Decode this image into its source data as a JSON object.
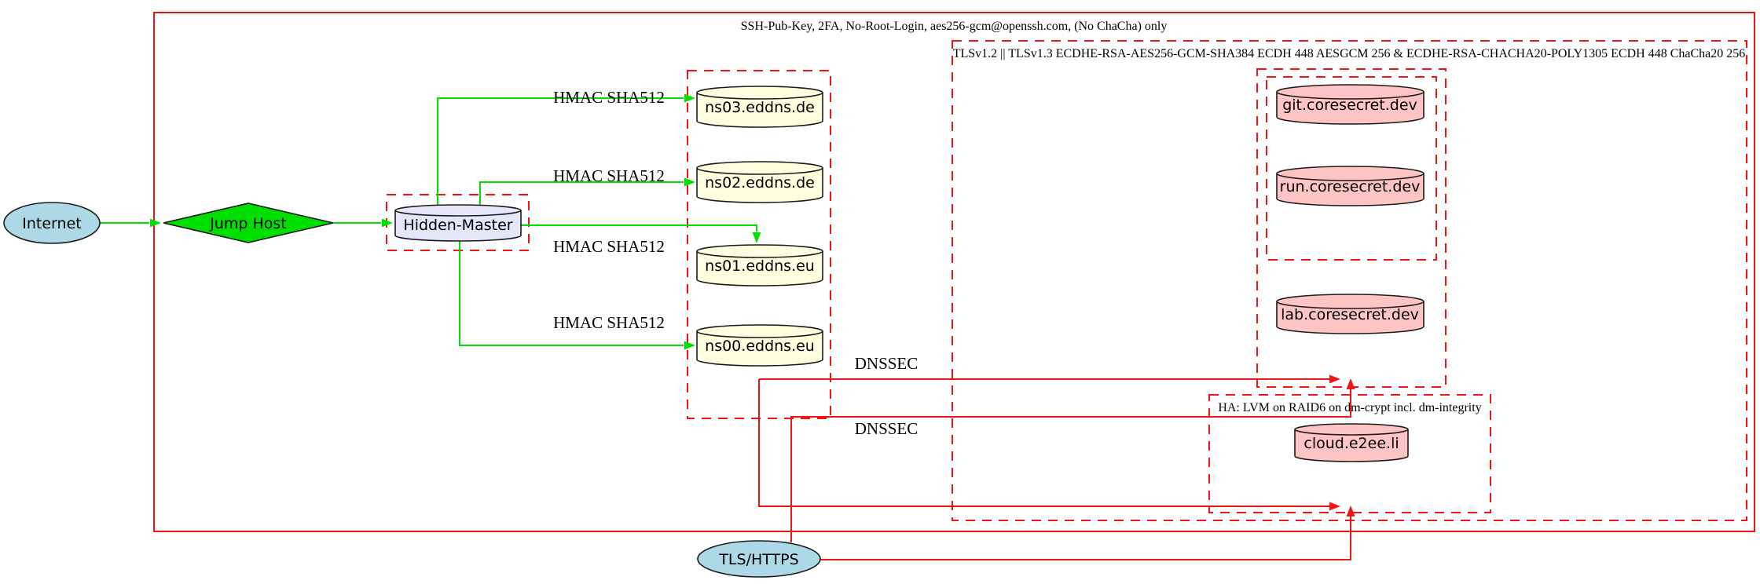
{
  "diagram": {
    "title": "DNS / hosting security topology diagram",
    "colors": {
      "background": "#ffffff",
      "cluster_red": "#f01414",
      "edge_green": "#00e000",
      "edge_red": "#f01414",
      "node_blue": "#add8e6",
      "node_green": "#00e000",
      "node_lavender": "#e6e6fa",
      "node_yellow": "#ffffe0",
      "node_pink": "#ffc4c4",
      "node_stroke": "#1a1a1a"
    },
    "clusters": {
      "ssh": {
        "label": "SSH-Pub-Key, 2FA, No-Root-Login, aes256-gcm@openssh.com, (No ChaCha) only",
        "border": "solid"
      },
      "tls": {
        "label": "TLSv1.2 || TLSv1.3 ECDHE-RSA-AES256-GCM-SHA384 ECDH 448 AESGCM 256 & ECDHE-RSA-CHACHA20-POLY1305 ECDH 448 ChaCha20 256",
        "border": "dashed"
      },
      "ha": {
        "label": "HA: LVM on RAID6 on dm-crypt incl. dm-integrity",
        "border": "dashed"
      },
      "hidden_master_box": {
        "label": "",
        "border": "dashed"
      },
      "nameserver_box": {
        "label": "",
        "border": "dashed"
      },
      "coresecret_outer": {
        "label": "",
        "border": "dashed"
      },
      "coresecret_inner": {
        "label": "",
        "border": "dashed"
      }
    },
    "nodes": {
      "internet": {
        "label": "Internet",
        "shape": "ellipse",
        "fill": "lightblue"
      },
      "jump_host": {
        "label": "Jump Host",
        "shape": "diamond",
        "fill": "green"
      },
      "hidden_master": {
        "label": "Hidden-Master",
        "shape": "cylinder",
        "fill": "lavender"
      },
      "ns03": {
        "label": "ns03.eddns.de",
        "shape": "cylinder",
        "fill": "lightyellow"
      },
      "ns02": {
        "label": "ns02.eddns.de",
        "shape": "cylinder",
        "fill": "lightyellow"
      },
      "ns01": {
        "label": "ns01.eddns.eu",
        "shape": "cylinder",
        "fill": "lightyellow"
      },
      "ns00": {
        "label": "ns00.eddns.eu",
        "shape": "cylinder",
        "fill": "lightyellow"
      },
      "git": {
        "label": "git.coresecret.dev",
        "shape": "cylinder",
        "fill": "pink"
      },
      "run": {
        "label": "run.coresecret.dev",
        "shape": "cylinder",
        "fill": "pink"
      },
      "lab": {
        "label": "lab.coresecret.dev",
        "shape": "cylinder",
        "fill": "pink"
      },
      "cloud": {
        "label": "cloud.e2ee.li",
        "shape": "cylinder",
        "fill": "pink"
      },
      "tls_https": {
        "label": "TLS/HTTPS",
        "shape": "ellipse",
        "fill": "lightblue"
      }
    },
    "edges": [
      {
        "from": "Internet",
        "to": "Jump Host",
        "label": "",
        "color": "green"
      },
      {
        "from": "Jump Host",
        "to": "Hidden-Master",
        "label": "",
        "color": "green"
      },
      {
        "from": "Hidden-Master",
        "to": "ns03.eddns.de",
        "label": "HMAC SHA512",
        "color": "green"
      },
      {
        "from": "Hidden-Master",
        "to": "ns02.eddns.de",
        "label": "HMAC SHA512",
        "color": "green"
      },
      {
        "from": "Hidden-Master",
        "to": "ns01.eddns.eu",
        "label": "HMAC SHA512",
        "color": "green"
      },
      {
        "from": "Hidden-Master",
        "to": "ns00.eddns.eu",
        "label": "HMAC SHA512",
        "color": "green"
      },
      {
        "from": "nameserver cluster",
        "to": "coresecret cluster",
        "label": "DNSSEC",
        "color": "red"
      },
      {
        "from": "nameserver cluster",
        "to": "HA cluster",
        "label": "DNSSEC",
        "color": "red"
      },
      {
        "from": "TLS/HTTPS",
        "to": "coresecret cluster",
        "label": "",
        "color": "red"
      },
      {
        "from": "TLS/HTTPS",
        "to": "HA cluster",
        "label": "",
        "color": "red"
      }
    ]
  }
}
